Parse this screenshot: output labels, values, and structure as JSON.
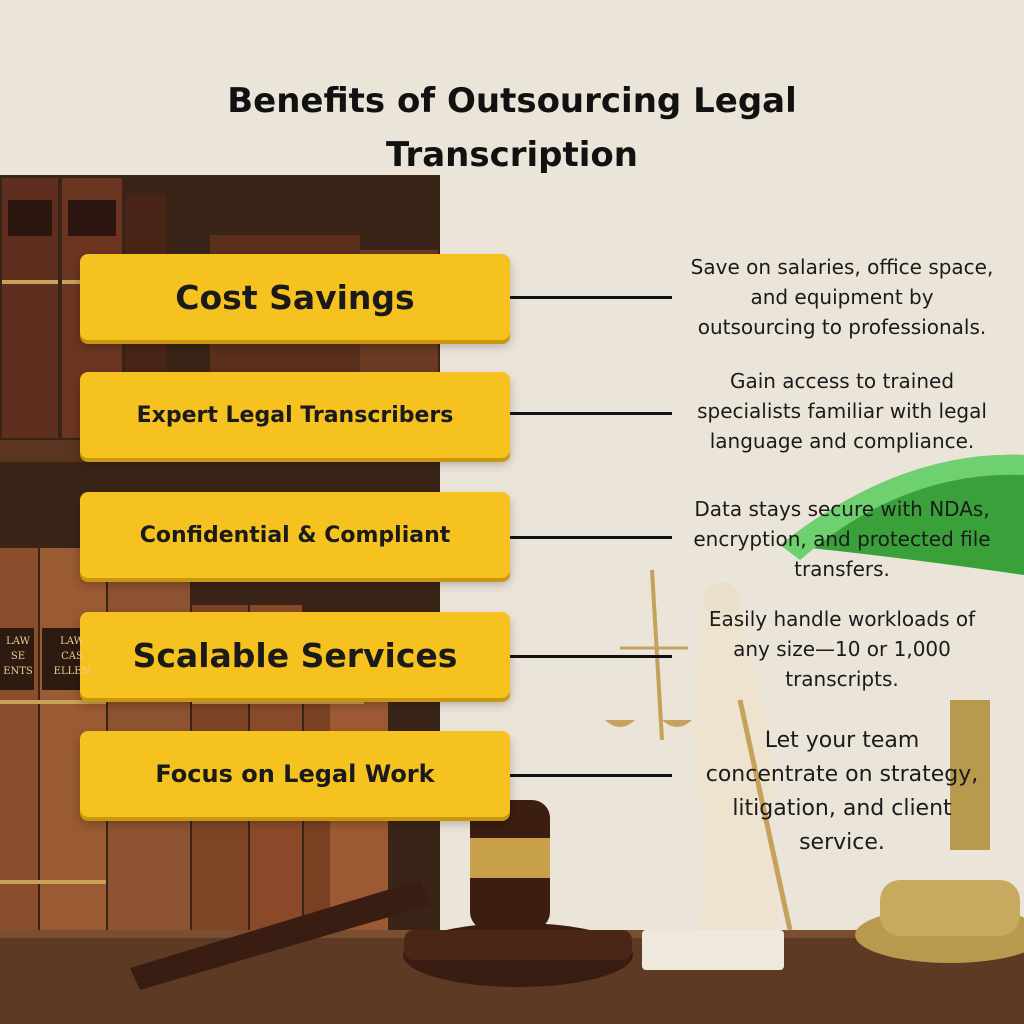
{
  "title": {
    "line1": "Benefits of Outsourcing Legal",
    "line2": "Transcription"
  },
  "benefits": [
    {
      "label": "Cost Savings",
      "description": [
        "Save on salaries, office space,",
        "and equipment by",
        "outsourcing to professionals."
      ]
    },
    {
      "label": "Expert Legal Transcribers",
      "description": [
        "Gain access to trained",
        "specialists familiar with legal",
        "language and compliance."
      ]
    },
    {
      "label": "Confidential & Compliant",
      "description": [
        "Data stays secure with NDAs,",
        "encryption, and protected file",
        "transfers."
      ]
    },
    {
      "label": "Scalable Services",
      "description": [
        "Easily handle workloads of",
        "any size—10 or 1,000",
        "transcripts."
      ]
    },
    {
      "label": "Focus on Legal Work",
      "description": [
        "Let your team",
        "concentrate on strategy,",
        "litigation, and client",
        "service."
      ]
    }
  ],
  "book_spines": {
    "left_1": "LAW",
    "left_1b": "SE",
    "left_1c": "ENTS",
    "left_2": "LAW",
    "left_2b": "CAS",
    "left_2c": "ELLEN"
  },
  "colors": {
    "pill": "#f6c21f",
    "text": "#111111",
    "lamp_shade": "#3aa13a"
  }
}
